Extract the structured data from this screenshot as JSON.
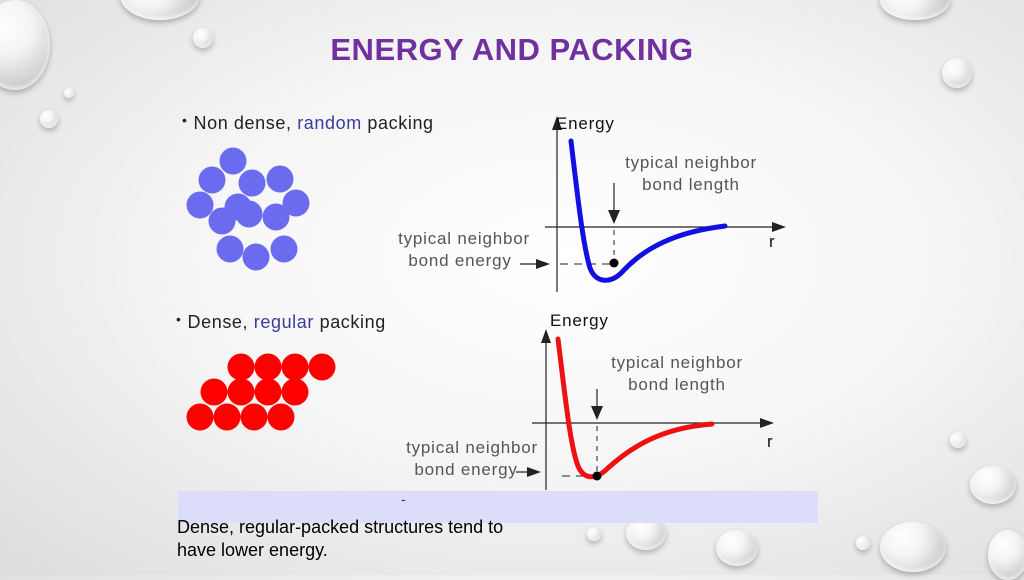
{
  "title": "ENERGY AND PACKING",
  "section1": {
    "bullet_prefix": "Non dense, ",
    "bullet_accent": "random",
    "bullet_suffix": " packing",
    "y_axis": "Energy",
    "x_axis": "r",
    "bond_length_line1": "typical neighbor",
    "bond_length_line2": "bond length",
    "bond_energy_line1": "typical neighbor",
    "bond_energy_line2": "bond energy",
    "curve_color": "#1010e0",
    "atom_color": "#6b6bf0"
  },
  "section2": {
    "bullet_prefix": "Dense, ",
    "bullet_accent": "regular",
    "bullet_suffix": " packing",
    "y_axis": "Energy",
    "x_axis": "r",
    "bond_length_line1": "typical neighbor",
    "bond_length_line2": "bond length",
    "bond_energy_line1": "typical neighbor",
    "bond_energy_line2": "bond energy",
    "curve_color": "#ee1111",
    "atom_color": "#ff0000"
  },
  "band_text": "-",
  "caption_line1": "Dense, regular-packed structures tend to",
  "caption_line2": "have lower energy."
}
